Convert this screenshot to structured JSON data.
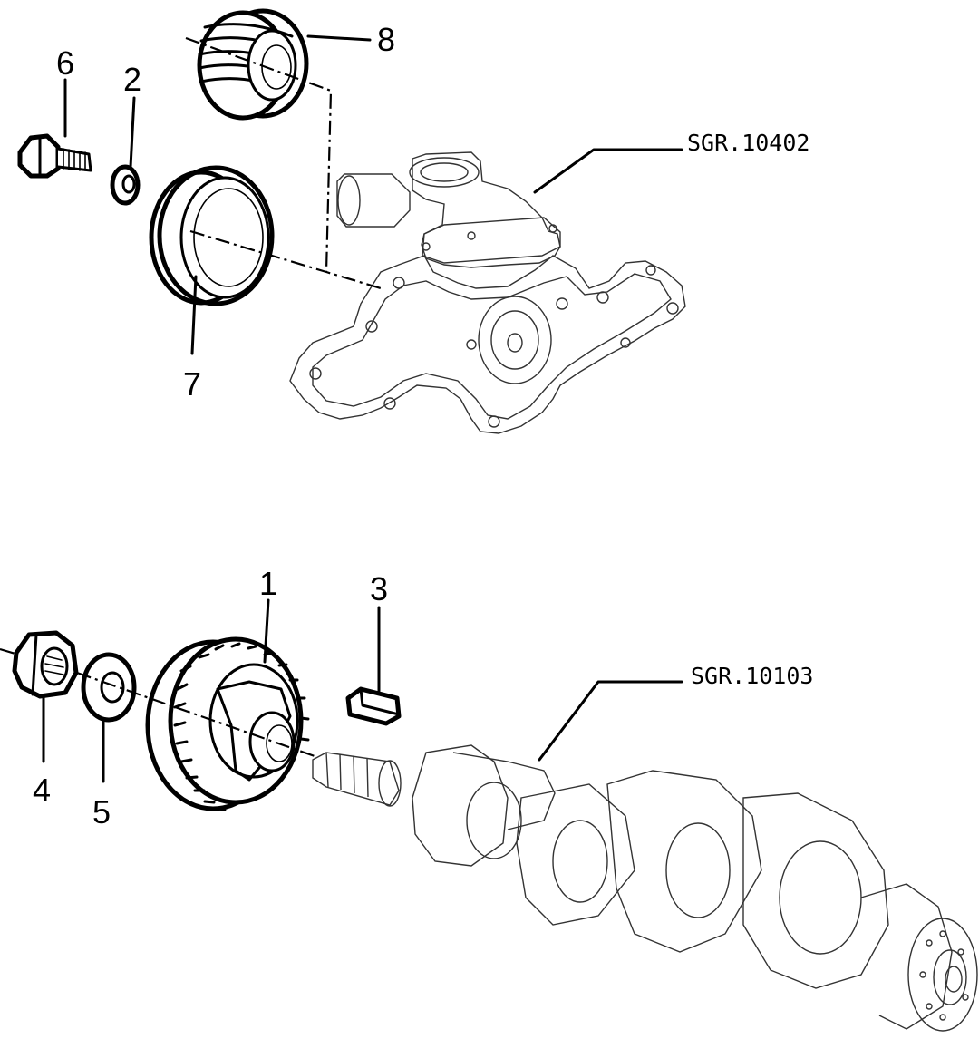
{
  "callouts": {
    "c1": "1",
    "c2": "2",
    "c3": "3",
    "c4": "4",
    "c5": "5",
    "c6": "6",
    "c7": "7",
    "c8": "8"
  },
  "references": {
    "water_pump": "SGR.10402",
    "crankshaft": "SGR.10103"
  },
  "colors": {
    "ink": "#000000",
    "background": "#ffffff"
  }
}
